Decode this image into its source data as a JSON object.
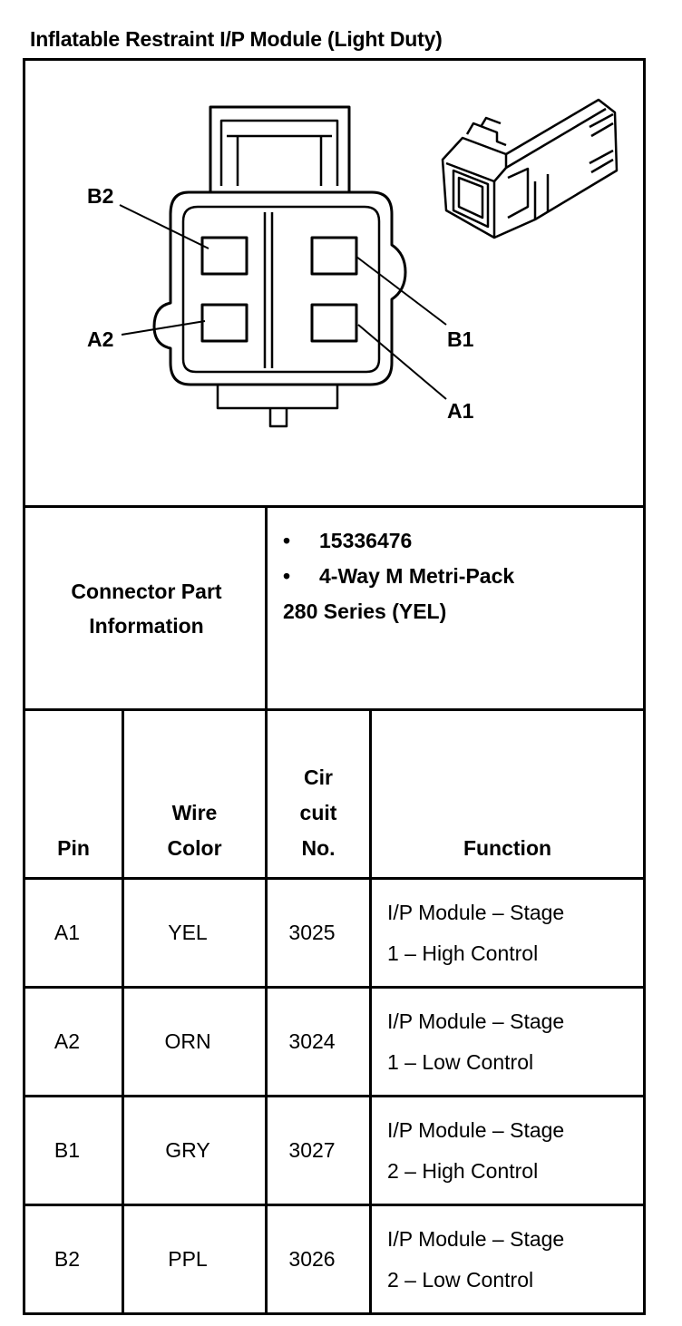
{
  "title": "Inflatable Restraint I/P Module (Light Duty)",
  "diagram": {
    "pin_labels": {
      "b2": "B2",
      "a2": "A2",
      "b1": "B1",
      "a1": "A1"
    }
  },
  "connector_info": {
    "label_line1": "Connector Part",
    "label_line2": "Information",
    "bullet": "•",
    "part_number": "15336476",
    "description_line1": "4-Way M Metri-Pack",
    "description_line2": "280 Series (YEL)"
  },
  "table": {
    "headers": {
      "pin": "Pin",
      "wire_color_1": "Wire",
      "wire_color_2": "Color",
      "circuit_1": "Cir",
      "circuit_2": "cuit",
      "circuit_3": "No.",
      "function": "Function"
    },
    "rows": [
      {
        "pin": "A1",
        "wire": "YEL",
        "circuit": "3025",
        "function_1": "I/P Module – Stage",
        "function_2": "1 – High Control"
      },
      {
        "pin": "A2",
        "wire": "ORN",
        "circuit": "3024",
        "function_1": "I/P Module – Stage",
        "function_2": "1 – Low Control"
      },
      {
        "pin": "B1",
        "wire": "GRY",
        "circuit": "3027",
        "function_1": "I/P Module – Stage",
        "function_2": "2 – High Control"
      },
      {
        "pin": "B2",
        "wire": "PPL",
        "circuit": "3026",
        "function_1": "I/P Module – Stage",
        "function_2": "2 – Low Control"
      }
    ]
  }
}
